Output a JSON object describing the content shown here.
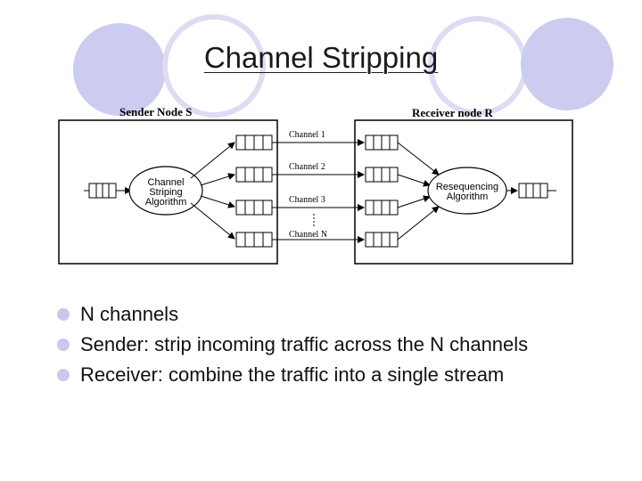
{
  "title": "Channel Stripping",
  "diagram": {
    "sender_label": "Sender Node S",
    "receiver_label": "Receiver node R",
    "channels": [
      "Channel 1",
      "Channel 2",
      "Channel 3",
      "Channel N"
    ],
    "sender_algorithm": [
      "Channel",
      "Striping",
      "Algorithm"
    ],
    "receiver_algorithm": [
      "Resequencing",
      "Algorithm"
    ]
  },
  "bullets": [
    "N channels",
    "Sender: strip incoming traffic across the N channels",
    "Receiver: combine the traffic into a single stream"
  ],
  "colors": {
    "accent": "#ccccf0",
    "ring": "#dcdcf2"
  }
}
